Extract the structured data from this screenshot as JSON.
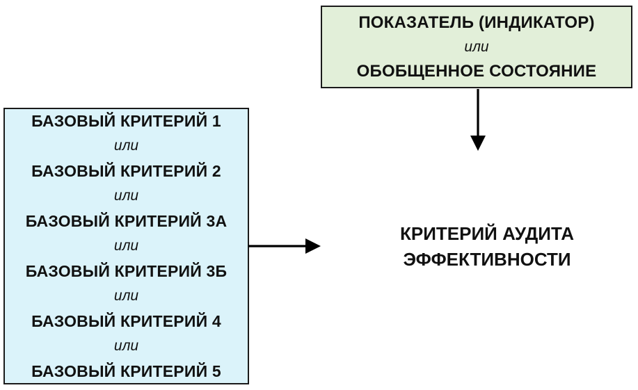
{
  "colors": {
    "indicator-box-fill": "#e2efd9",
    "criteria-box-fill": "#dbf3fa",
    "box-border": "#1a1a1a",
    "text": "#111111",
    "arrow": "#000000",
    "background": "#ffffff"
  },
  "indicator_box": {
    "lines": [
      {
        "text": "ПОКАЗАТЕЛЬ (ИНДИКАТОР)",
        "style": "bold"
      },
      {
        "text": "или",
        "style": "italic"
      },
      {
        "text": "ОБОБЩЕННОЕ СОСТОЯНИЕ",
        "style": "bold"
      }
    ]
  },
  "criteria_box": {
    "lines": [
      {
        "text": "БАЗОВЫЙ КРИТЕРИЙ 1",
        "style": "bold"
      },
      {
        "text": "или",
        "style": "italic"
      },
      {
        "text": "БАЗОВЫЙ КРИТЕРИЙ 2",
        "style": "bold"
      },
      {
        "text": "или",
        "style": "italic"
      },
      {
        "text": "БАЗОВЫЙ КРИТЕРИЙ 3А",
        "style": "bold"
      },
      {
        "text": "или",
        "style": "italic"
      },
      {
        "text": "БАЗОВЫЙ КРИТЕРИЙ 3Б",
        "style": "bold"
      },
      {
        "text": "или",
        "style": "italic"
      },
      {
        "text": "БАЗОВЫЙ КРИТЕРИЙ 4",
        "style": "bold"
      },
      {
        "text": "или",
        "style": "italic"
      },
      {
        "text": "БАЗОВЫЙ КРИТЕРИЙ 5",
        "style": "bold"
      }
    ]
  },
  "result_label": {
    "lines": [
      {
        "text": "КРИТЕРИЙ АУДИТА",
        "style": "bold"
      },
      {
        "text": "ЭФФЕКТИВНОСТИ",
        "style": "bold"
      }
    ]
  }
}
